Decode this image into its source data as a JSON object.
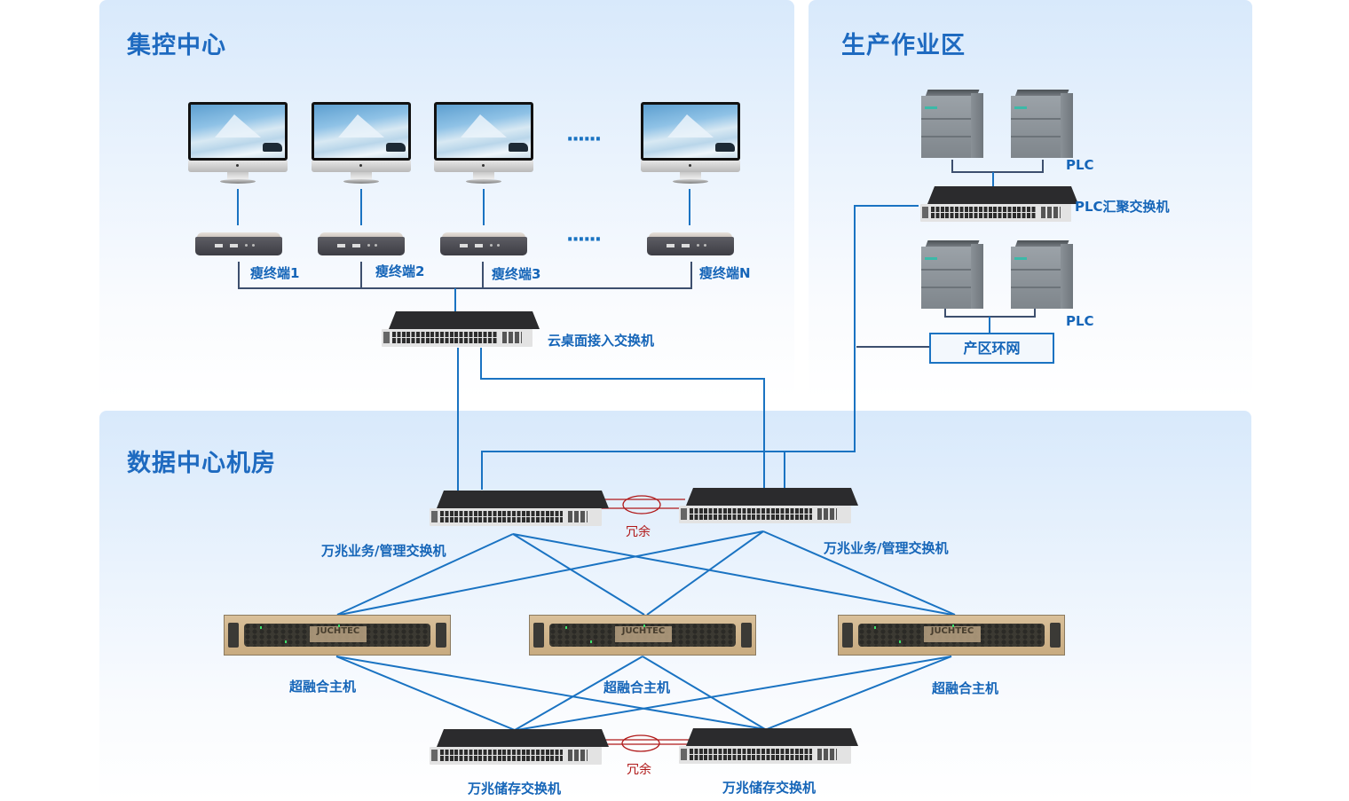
{
  "zones": {
    "control_center": {
      "title": "集控中心"
    },
    "production_area": {
      "title": "生产作业区"
    },
    "data_center": {
      "title": "数据中心机房"
    }
  },
  "control_center": {
    "ellipsis": "······",
    "thin_clients": [
      {
        "label": "瘦终端1"
      },
      {
        "label": "瘦终端2"
      },
      {
        "label": "瘦终端3"
      },
      {
        "label": "瘦终端N"
      }
    ],
    "access_switch": {
      "label": "云桌面接入交换机"
    }
  },
  "production_area": {
    "plc_group_top": {
      "label": "PLC"
    },
    "plc_aggregation_switch": {
      "label": "PLC汇聚交换机"
    },
    "plc_group_bottom": {
      "label": "PLC"
    },
    "ring_network": {
      "label": "产区环网"
    }
  },
  "data_center": {
    "core_switches": [
      {
        "label": "万兆业务/管理交换机"
      },
      {
        "label": "万兆业务/管理交换机"
      }
    ],
    "core_redundancy": {
      "label": "冗余"
    },
    "hci_hosts": [
      {
        "label": "超融合主机",
        "brand": "JUCHTEC"
      },
      {
        "label": "超融合主机",
        "brand": "JUCHTEC"
      },
      {
        "label": "超融合主机",
        "brand": "JUCHTEC"
      }
    ],
    "storage_switches": [
      {
        "label": "万兆储存交换机"
      },
      {
        "label": "万兆储存交换机"
      }
    ],
    "storage_redundancy": {
      "label": "冗余"
    }
  },
  "colors": {
    "link_blue": "#1a73c2",
    "link_dark": "#3d4f6e",
    "redundancy_red": "#b01818",
    "title_blue": "#1e6ac0"
  }
}
